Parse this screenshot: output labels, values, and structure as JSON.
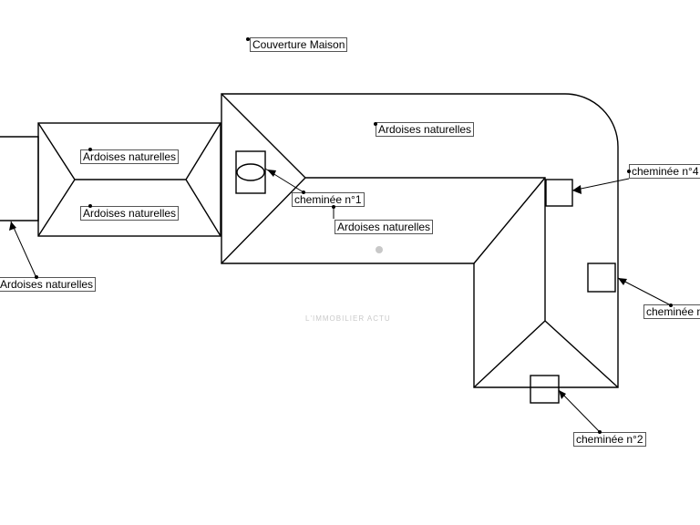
{
  "title": "Couverture Maison",
  "labels": {
    "main_roof": "Ardoises naturelles",
    "left_top": "Ardoises naturelles",
    "left_bottom": "Ardoises naturelles",
    "middle": "Ardoises naturelles",
    "far_left": "Ardoises naturelles",
    "chimney1": "cheminée n°1",
    "chimney2": "cheminée n°2",
    "chimney4": "cheminée n°4",
    "chimney_right": "cheminée n"
  },
  "watermark": "L'IMMOBILIER ACTU"
}
